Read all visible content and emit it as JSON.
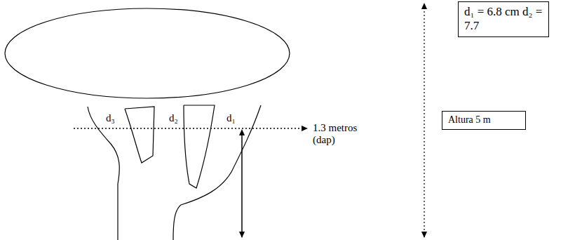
{
  "diagram": {
    "nodes": [
      {
        "text": [
          "d₁ = 6.8 cm d₂ = 7.7"
        ]
      },
      {
        "text": [
          "Altura 5 m"
        ]
      }
    ],
    "labels": [
      "d₃",
      "d₂",
      "d₁",
      "1.3 metros (dap)"
    ]
  }
}
